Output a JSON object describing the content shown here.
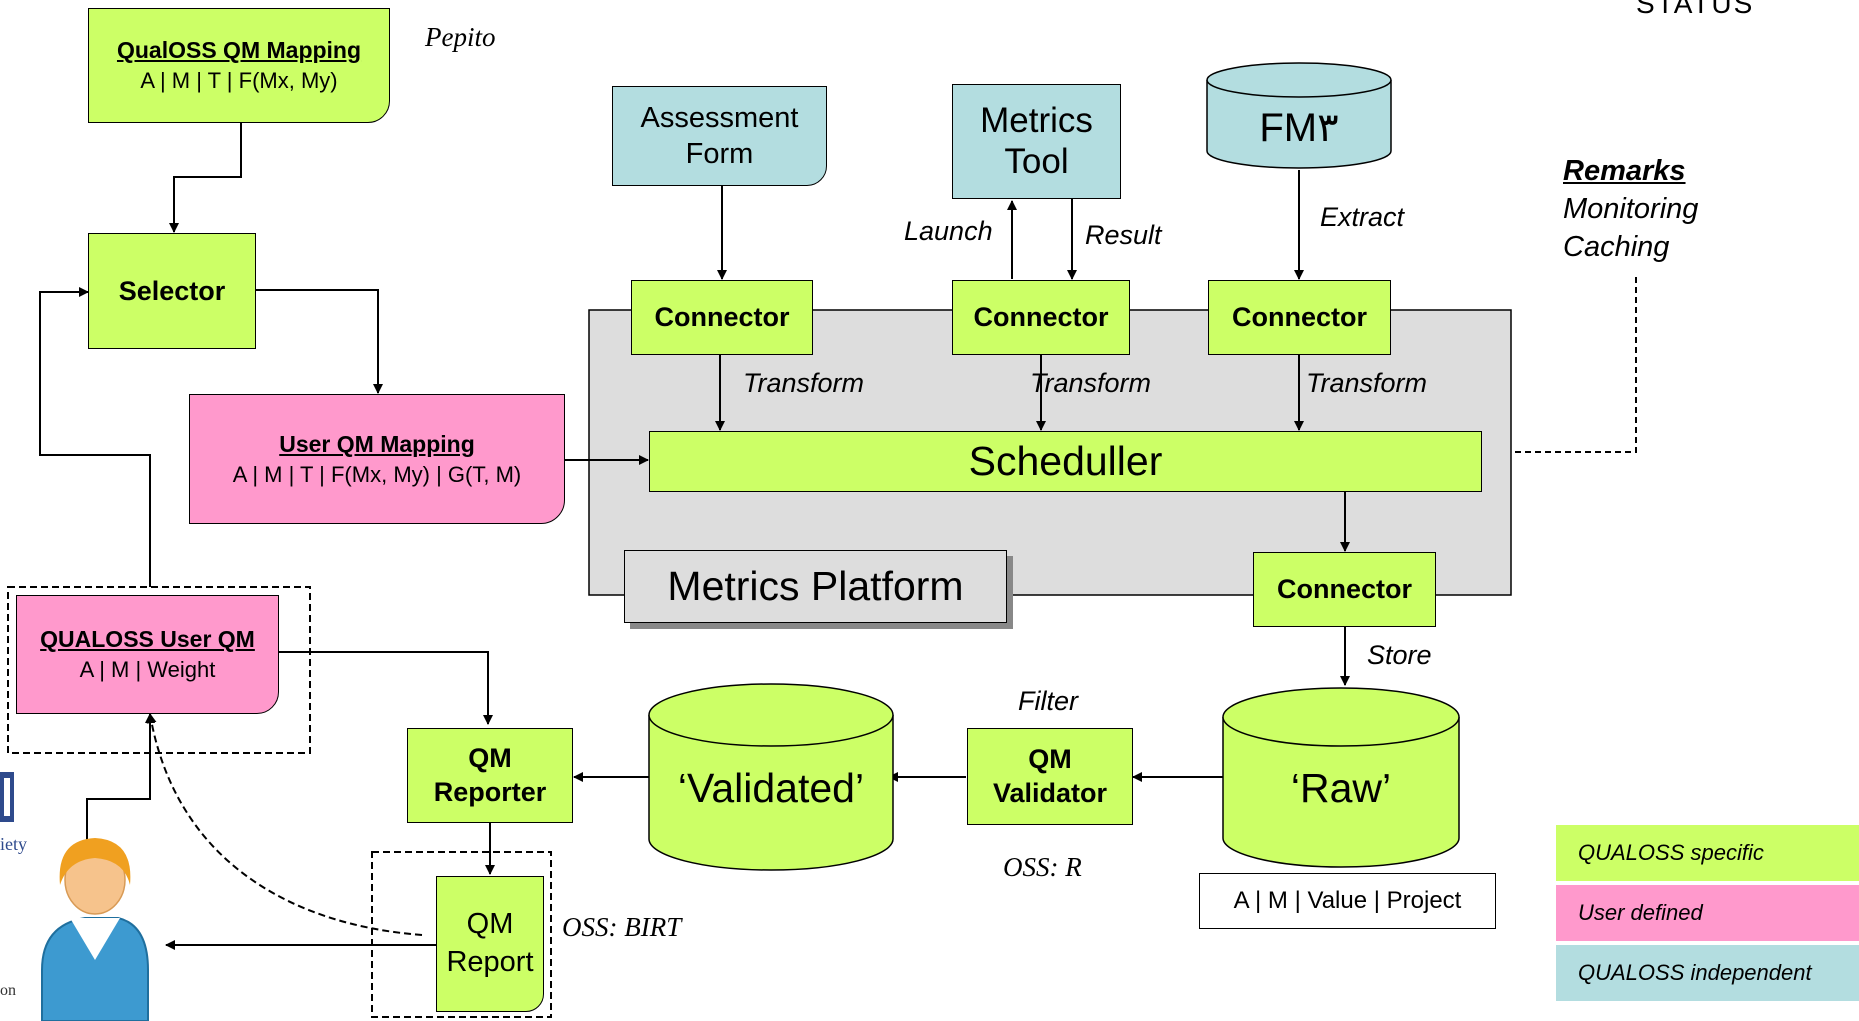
{
  "colors": {
    "specific": "#ccff66",
    "user": "#ff99cc",
    "independent": "#b3dde0",
    "platform": "#dddddd"
  },
  "header_fragment": "STATUS",
  "qualoss_qm_mapping": {
    "title": "QualOSS QM Mapping",
    "line": "A | M | T | F(Mx, My)"
  },
  "pepito": "Pepito",
  "selector": "Selector",
  "user_qm_mapping": {
    "title": "User QM Mapping",
    "line": "A | M | T | F(Mx, My) | G(T, M)"
  },
  "qualoss_user_qm": {
    "title": "QUALOSS User QM",
    "line": "A | M | Weight"
  },
  "assessment_form": {
    "line1": "Assessment",
    "line2": "Form"
  },
  "metrics_tool": {
    "line1": "Metrics",
    "line2": "Tool"
  },
  "fm3": "FM٣",
  "connector": "Connector",
  "launch": "Launch",
  "result": "Result",
  "extract": "Extract",
  "transform": "Transform",
  "scheduller": "Scheduller",
  "metrics_platform": "Metrics Platform",
  "remarks": {
    "title": "Remarks",
    "line1": "Monitoring",
    "line2": "Caching"
  },
  "store": "Store",
  "raw": "‘Raw’",
  "raw_fields": "A | M | Value | Project",
  "filter": "Filter",
  "qm_validator": {
    "line1": "QM",
    "line2": "Validator"
  },
  "oss_r": "OSS: R",
  "validated": "‘Validated’",
  "qm_reporter": {
    "line1": "QM",
    "line2": "Reporter"
  },
  "qm_report": {
    "line1": "QM",
    "line2": "Report"
  },
  "oss_birt": "OSS: BIRT",
  "logo_fragment_1": "iety",
  "logo_fragment_2": "on",
  "legend": [
    "QUALOSS specific",
    "User defined",
    "QUALOSS independent"
  ]
}
